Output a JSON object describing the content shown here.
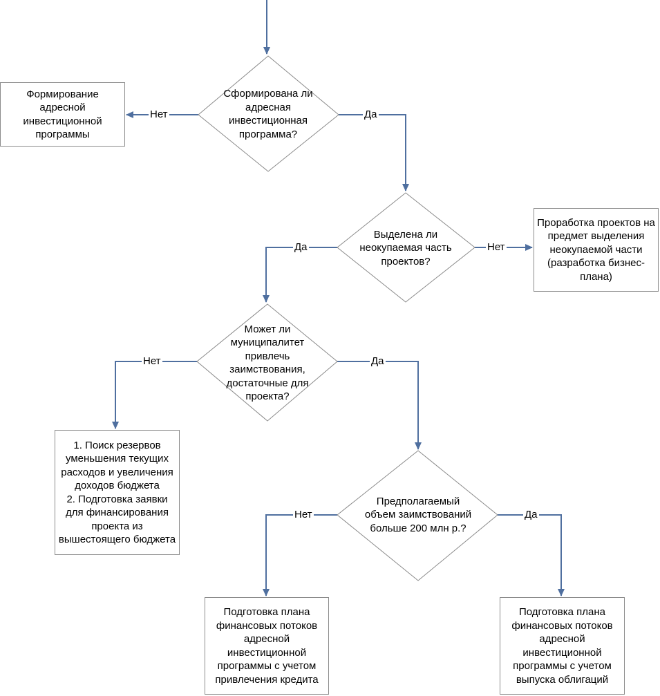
{
  "decisions": {
    "d1": "Сформирована ли\nадресная\nинвестиционная\nпрограмма?",
    "d2": "Выделена ли\nнеокупаемая часть\nпроектов?",
    "d3": "Может ли\nмуниципалитет\nпривлечь\nзаимствования,\nдостаточные для\nпроекта?",
    "d4": "Предполагаемый\nобъем заимствований\nбольше 200 млн  р.?"
  },
  "boxes": {
    "b1": "Формирование\nадресной\nинвестиционной\nпрограммы",
    "b2": "Проработка проектов на\nпредмет выделения\nнеокупаемой части\n(разработка бизнес-\nплана)",
    "b3": "1. Поиск резервов\nуменьшения текущих\nрасходов и увеличения\nдоходов бюджета\n2. Подготовка заявки\nдля финансирования\nпроекта из\nвышестоящего бюджета",
    "b4": "Подготовка плана\nфинансовых потоков\nадресной\nинвестиционной\nпрограммы с учетом\nпривлечения кредита",
    "b5": "Подготовка плана\nфинансовых потоков\nадресной\nинвестиционной\nпрограммы с учетом\nвыпуска облигаций"
  },
  "labels": {
    "no1": "Нет",
    "yes1": "Да",
    "yes2": "Да",
    "no2": "Нет",
    "no3": "Нет",
    "yes3": "Да",
    "no4": "Нет",
    "yes4": "Да"
  },
  "colors": {
    "arrow": "#4f6f9f",
    "border": "#8a8a8a"
  }
}
